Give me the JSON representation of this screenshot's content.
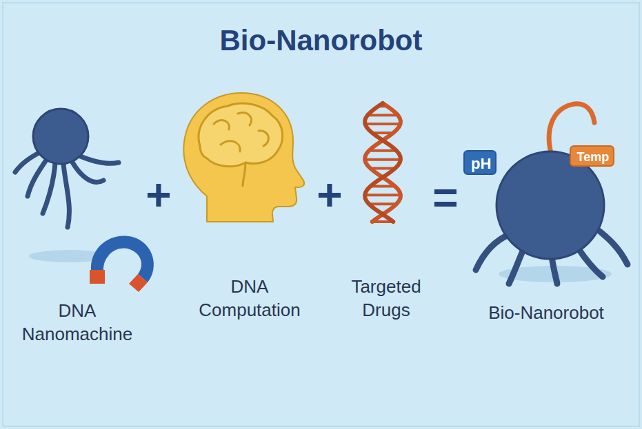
{
  "diagram": {
    "title": "Bio-Nanorobot",
    "nodes": [
      {
        "text": [
          "pH"
        ]
      },
      {
        "text": [
          "Temp"
        ]
      }
    ],
    "labels": [
      "+",
      "+",
      "=",
      "DNA Nanomachine",
      "DNA Computation",
      "Targeted Drugs",
      "Bio-Nanorobot"
    ]
  }
}
